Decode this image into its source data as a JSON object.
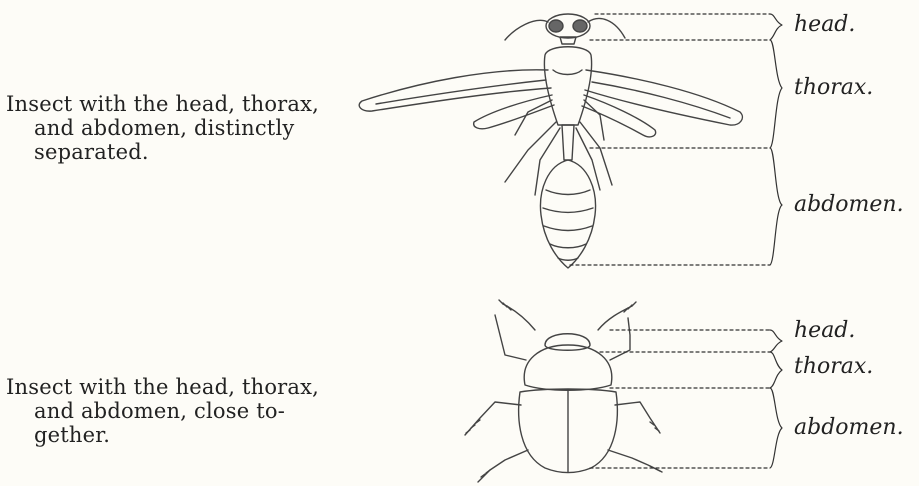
{
  "figure_1": {
    "caption_lines": [
      "Insect with the head, thorax,",
      "and abdomen, distinctly",
      "separated."
    ],
    "labels": {
      "head": "head.",
      "thorax": "thorax.",
      "abdomen": "abdomen."
    }
  },
  "figure_2": {
    "caption_lines": [
      "Insect with the head, thorax,",
      "and abdomen, close to-",
      "gether."
    ],
    "labels": {
      "head": "head.",
      "thorax": "thorax.",
      "abdomen": "abdomen."
    }
  },
  "illustrations": {
    "top": "wasp-illustration",
    "bottom": "beetle-illustration"
  }
}
